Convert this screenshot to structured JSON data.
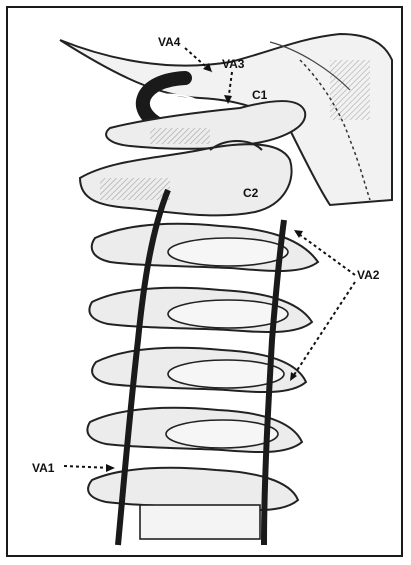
{
  "labels": {
    "va4": "VA4",
    "va3": "VA3",
    "c1": "C1",
    "c2": "C2",
    "va2": "VA2",
    "va1": "VA1"
  },
  "colors": {
    "ink": "#111111",
    "bone": "#ededed",
    "shade": "#9a9a9a",
    "artery": "#1a1a1a"
  }
}
